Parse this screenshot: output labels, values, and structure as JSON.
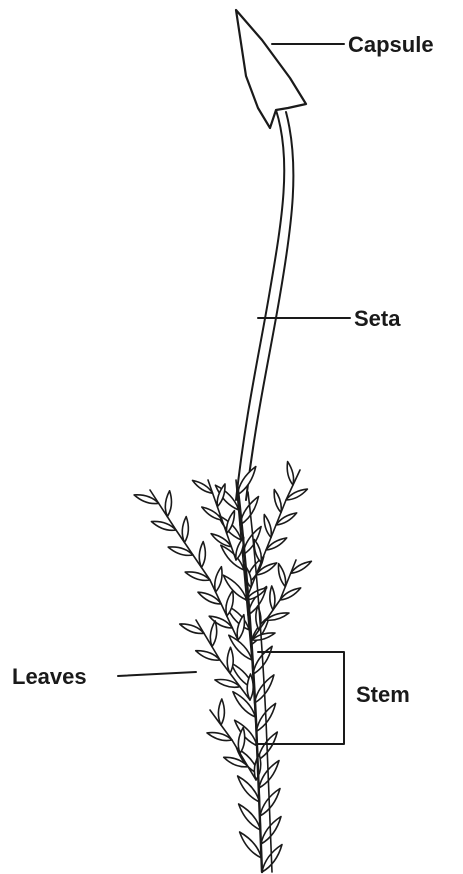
{
  "labels": {
    "capsule": "Capsule",
    "seta": "Seta",
    "leaves": "Leaves",
    "stem": "Stem"
  },
  "colors": {
    "ink": "#1a1a1a",
    "background": "#ffffff"
  }
}
